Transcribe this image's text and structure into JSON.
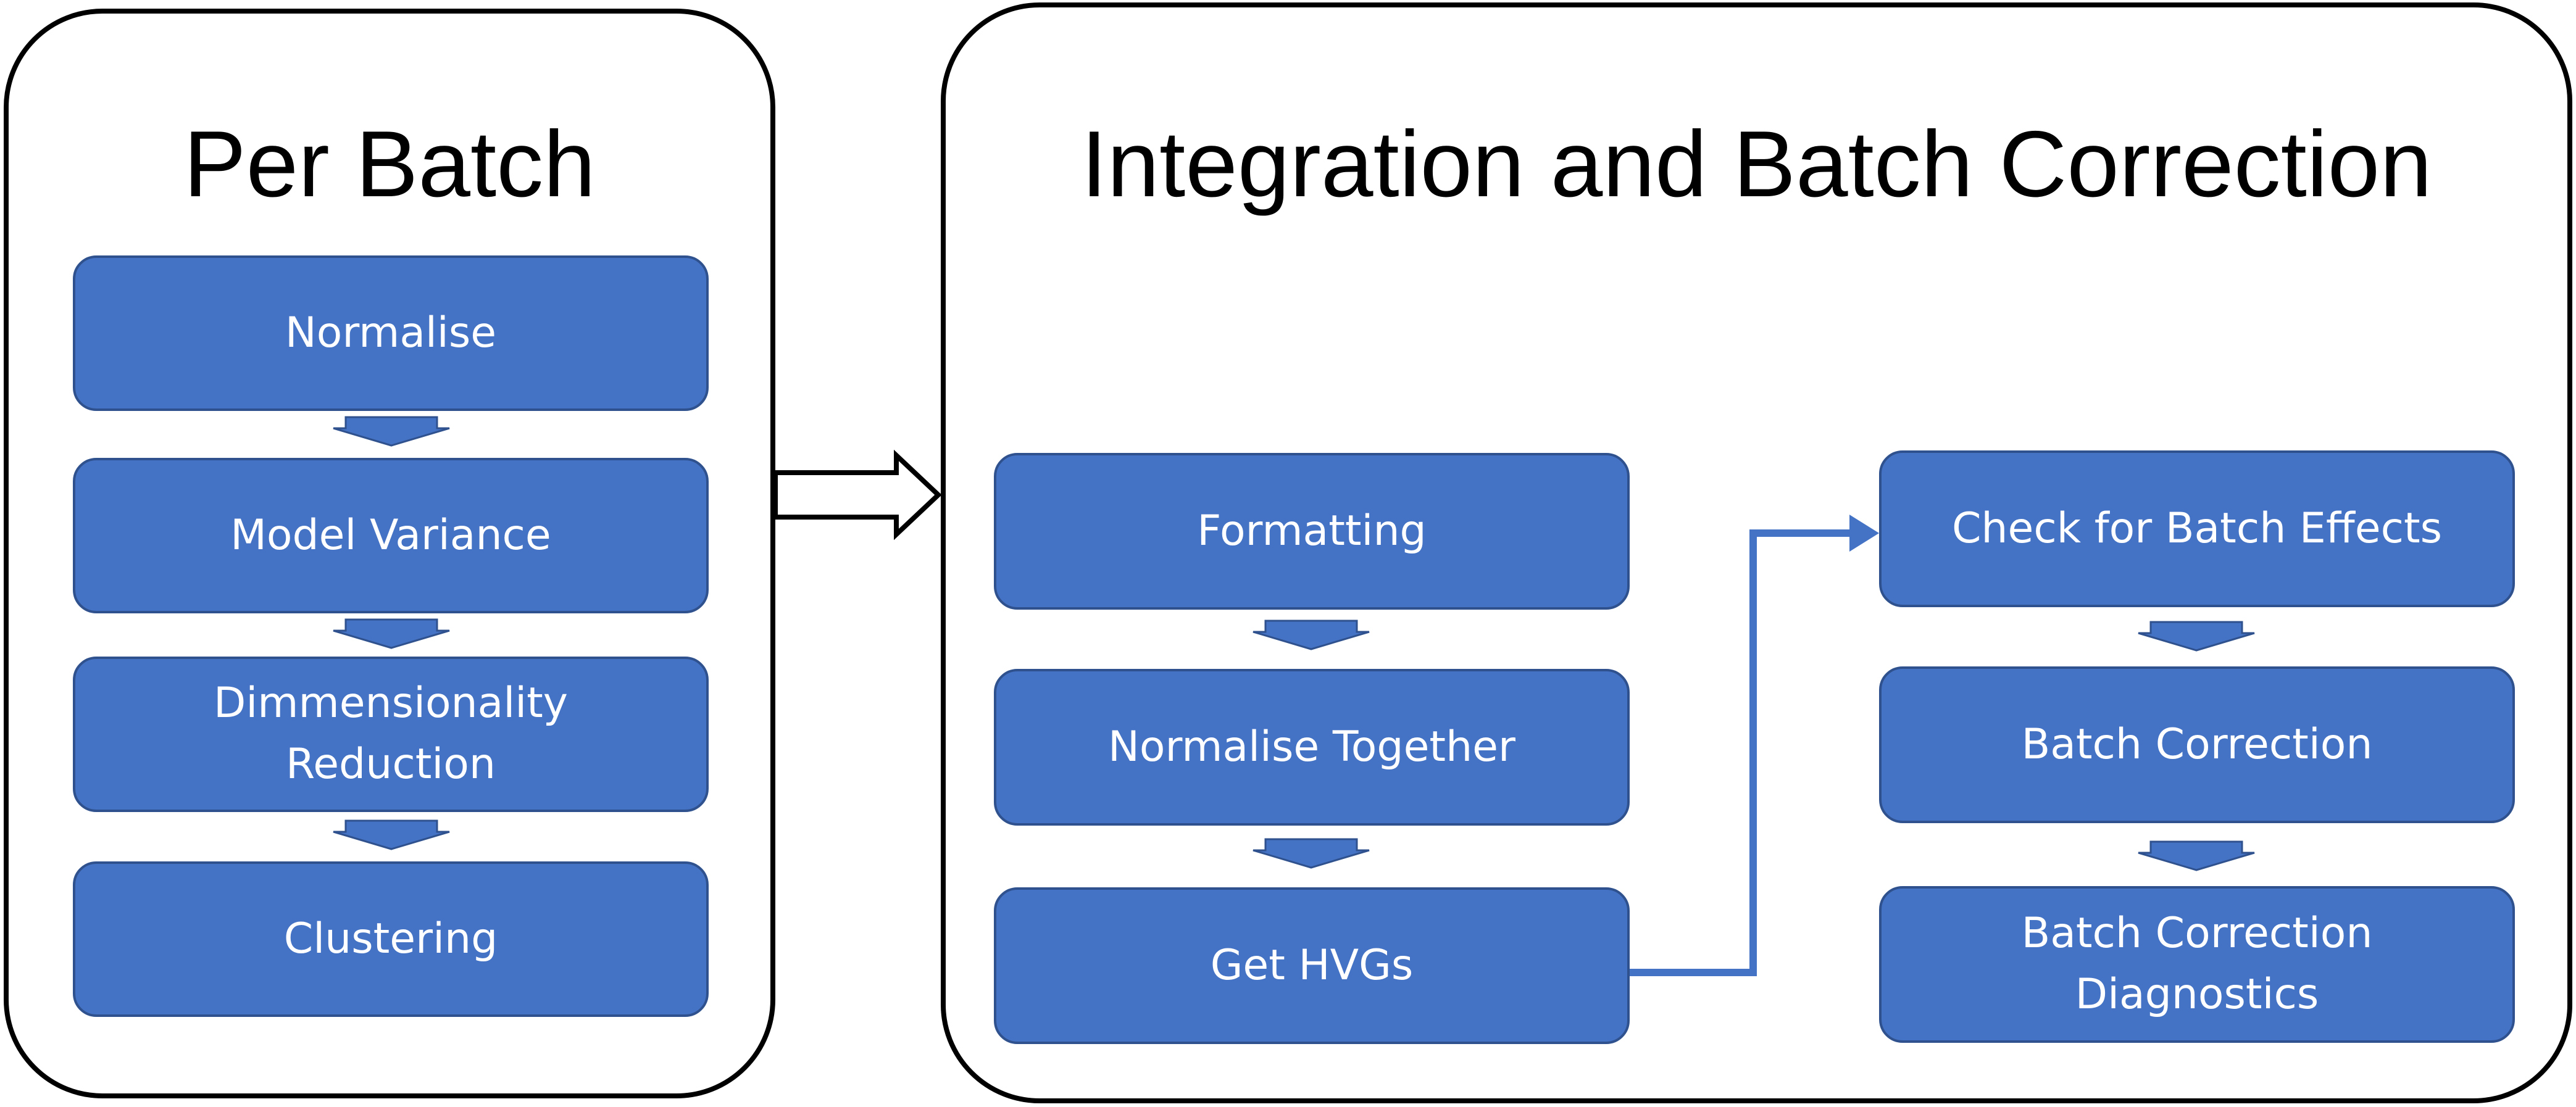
{
  "per_batch": {
    "title": "Per Batch",
    "steps": [
      "Normalise",
      "Model Variance",
      "Dimmensionality\nReduction",
      "Clustering"
    ]
  },
  "integration": {
    "title": "Integration and Batch Correction",
    "left_steps": [
      "Formatting",
      "Normalise Together",
      "Get HVGs"
    ],
    "right_steps": [
      "Check for Batch Effects",
      "Batch Correction",
      "Batch Correction\nDiagnostics"
    ]
  },
  "colors": {
    "box_fill": "#4472C4",
    "box_border": "#2F528F",
    "text": "#FFFFFF",
    "outline": "#000000"
  }
}
